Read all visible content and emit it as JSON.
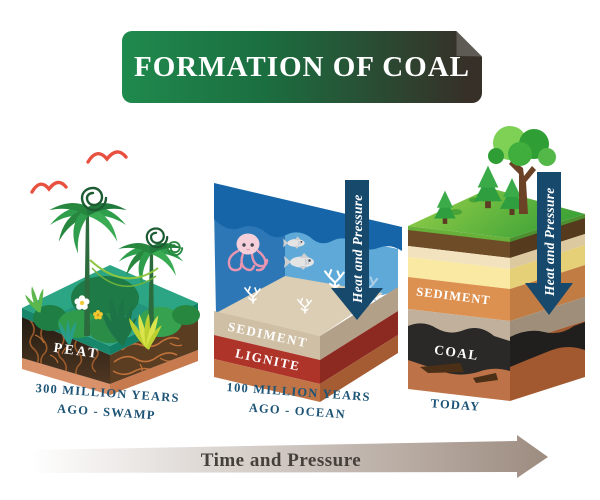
{
  "title": "FORMATION OF COAL",
  "stages": [
    {
      "id": "swamp",
      "caption": [
        "300 MILLION YEARS",
        "AGO - SWAMP"
      ],
      "layer_labels": [
        "PEAT"
      ]
    },
    {
      "id": "ocean",
      "caption": [
        "100 MILLION YEARS",
        "AGO - OCEAN"
      ],
      "layer_labels": [
        "SEDIMENT",
        "LIGNITE"
      ],
      "arrow_label": "Heat and Pressure"
    },
    {
      "id": "today",
      "caption": [
        "TODAY"
      ],
      "layer_labels": [
        "SEDIMENT",
        "COAL"
      ],
      "arrow_label": "Heat and Pressure"
    }
  ],
  "timeline_arrow": {
    "label": "Time and Pressure"
  },
  "colors": {
    "banner_green": "#1f8a4d",
    "banner_dark": "#363028",
    "caption_text": "#1d5476",
    "heat_pressure_arrow": "#17496d",
    "ocean_blue": "#2d77b6",
    "sediment_tan": "#cfc0a5",
    "sediment_orange": "#dd9150",
    "lignite_red": "#ae342a",
    "coal_black": "#2a2927",
    "peat_soil": "#4e3520",
    "timeline_taupe": "#9d8c80"
  }
}
